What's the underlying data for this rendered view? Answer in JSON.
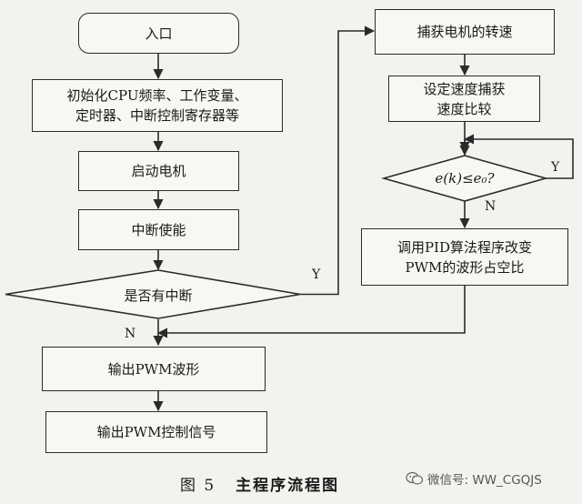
{
  "flowchart": {
    "left": {
      "entry": "入口",
      "init": "初始化CPU频率、工作变量、\n定时器、中断控制寄存器等",
      "start_motor": "启动电机",
      "enable_interrupt": "中断使能",
      "decision_interrupt": "是否有中断",
      "output_pwm_wave": "输出PWM波形",
      "output_pwm_signal": "输出PWM控制信号"
    },
    "right": {
      "capture_speed": "捕获电机的转速",
      "set_speed": "设定速度捕获\n速度比较",
      "decision_error": "e(k)≤e₀?",
      "pid_adjust": "调用PID算法程序改变\nPWM的波形占空比"
    },
    "labels": {
      "yes_interrupt": "Y",
      "no_interrupt": "N",
      "yes_error": "Y",
      "no_error": "N"
    }
  },
  "caption": {
    "figure_number": "图 5",
    "title": "主程序流程图"
  },
  "watermark": {
    "text": "微信号: WW_CGQJS",
    "icon": "wechat-icon"
  },
  "colors": {
    "line": "#2a2a2a",
    "background": "#f4f2ee"
  }
}
